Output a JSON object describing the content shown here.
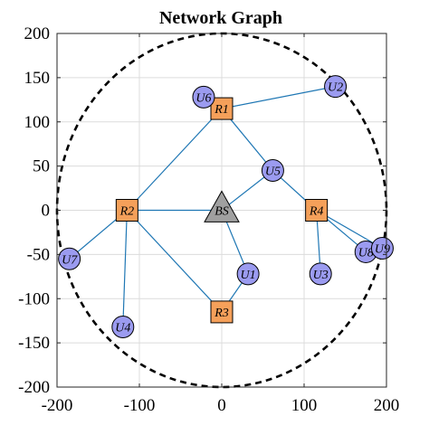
{
  "chart_data": {
    "type": "scatter",
    "title": "Network Graph",
    "xlabel": "",
    "ylabel": "",
    "xlim": [
      -200,
      200
    ],
    "ylim": [
      -200,
      200
    ],
    "xticks": [
      -200,
      -100,
      0,
      100,
      200
    ],
    "yticks": [
      -200,
      -150,
      -100,
      -50,
      0,
      50,
      100,
      150,
      200
    ],
    "xtick_labels": [
      "-200",
      "-100",
      "0",
      "100",
      "200"
    ],
    "ytick_labels": [
      "-200",
      "-150",
      "-100",
      "-50",
      "0",
      "50",
      "100",
      "150",
      "200"
    ],
    "grid": true,
    "boundary_circle": {
      "center": [
        0,
        0
      ],
      "radius": 200,
      "style": "dashed",
      "color": "#000000"
    },
    "nodes": [
      {
        "id": "BS",
        "label": "BS",
        "kind": "base-station",
        "x": 0,
        "y": 0
      },
      {
        "id": "R1",
        "label": "R1",
        "kind": "relay",
        "x": 0,
        "y": 115
      },
      {
        "id": "R2",
        "label": "R2",
        "kind": "relay",
        "x": -115,
        "y": 0
      },
      {
        "id": "R3",
        "label": "R3",
        "kind": "relay",
        "x": 0,
        "y": -115
      },
      {
        "id": "R4",
        "label": "R4",
        "kind": "relay",
        "x": 115,
        "y": 0
      },
      {
        "id": "U1",
        "label": "U1",
        "kind": "user",
        "x": 32,
        "y": -72
      },
      {
        "id": "U2",
        "label": "U2",
        "kind": "user",
        "x": 138,
        "y": 140
      },
      {
        "id": "U3",
        "label": "U3",
        "kind": "user",
        "x": 120,
        "y": -72
      },
      {
        "id": "U4",
        "label": "U4",
        "kind": "user",
        "x": -120,
        "y": -132
      },
      {
        "id": "U5",
        "label": "U5",
        "kind": "user",
        "x": 62,
        "y": 45
      },
      {
        "id": "U6",
        "label": "U6",
        "kind": "user",
        "x": -22,
        "y": 128
      },
      {
        "id": "U7",
        "label": "U7",
        "kind": "user",
        "x": -185,
        "y": -55
      },
      {
        "id": "U8",
        "label": "U8",
        "kind": "user",
        "x": 175,
        "y": -47
      },
      {
        "id": "U9",
        "label": "U9",
        "kind": "user",
        "x": 195,
        "y": -43
      }
    ],
    "edges": [
      [
        "BS",
        "R2"
      ],
      [
        "BS",
        "U5"
      ],
      [
        "BS",
        "U1"
      ],
      [
        "R1",
        "U2"
      ],
      [
        "R1",
        "U6"
      ],
      [
        "R1",
        "R2"
      ],
      [
        "R1",
        "U5"
      ],
      [
        "R2",
        "U7"
      ],
      [
        "R2",
        "U4"
      ],
      [
        "R2",
        "R3"
      ],
      [
        "R3",
        "U1"
      ],
      [
        "U5",
        "R4"
      ],
      [
        "R4",
        "U3"
      ],
      [
        "R4",
        "U8"
      ],
      [
        "R4",
        "U9"
      ]
    ],
    "colors": {
      "relay": "#f5a05a",
      "user": "#9b9bf0",
      "base_station": "#a0a0a0",
      "edge": "#1f77b4",
      "node_stroke": "#000000"
    }
  }
}
